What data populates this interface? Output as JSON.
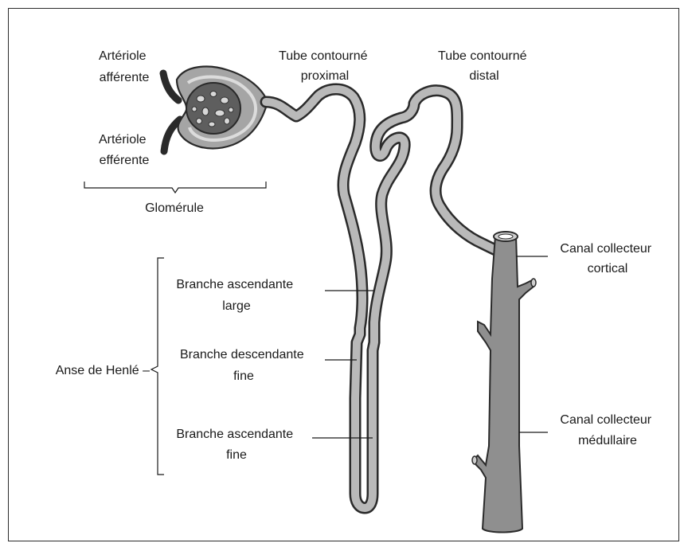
{
  "labels": {
    "arteriole_afferente": [
      "Artériole",
      "afférente"
    ],
    "arteriole_efferente": [
      "Artériole",
      "efférente"
    ],
    "glomerule": "Glomérule",
    "tube_proximal": [
      "Tube contourné",
      "proximal"
    ],
    "tube_distal": [
      "Tube contourné",
      "distal"
    ],
    "canal_cortical": [
      "Canal collecteur",
      "cortical"
    ],
    "canal_medullaire": [
      "Canal collecteur",
      "médullaire"
    ],
    "branche_asc_large": [
      "Branche ascendante",
      "large"
    ],
    "branche_desc_fine": [
      "Branche descendante",
      "fine"
    ],
    "branche_asc_fine": [
      "Branche ascendante",
      "fine"
    ],
    "anse_henle": "Anse de Henlé –"
  },
  "colors": {
    "outline": "#2a2a2a",
    "tube_fill": "#b9b9b9",
    "capsule_fill": "#8d8d8d",
    "glomerulus_fill": "#5a5a5a",
    "duct_fill": "#8a8a8a"
  }
}
